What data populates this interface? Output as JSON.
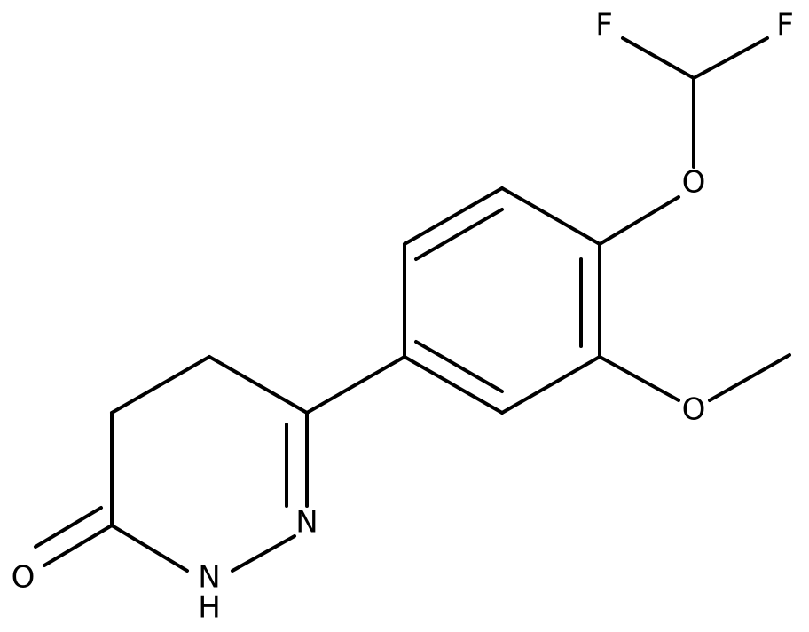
{
  "molecule": {
    "atom_labels": {
      "f1": "F",
      "f2": "F",
      "o_ether": "O",
      "o_methoxy": "O",
      "n_imine": "N",
      "n_amide": "N",
      "h_amide": "H",
      "o_carbonyl": "O"
    },
    "colors": {
      "bond": "#000000",
      "label": "#000000",
      "background": "#ffffff"
    }
  }
}
